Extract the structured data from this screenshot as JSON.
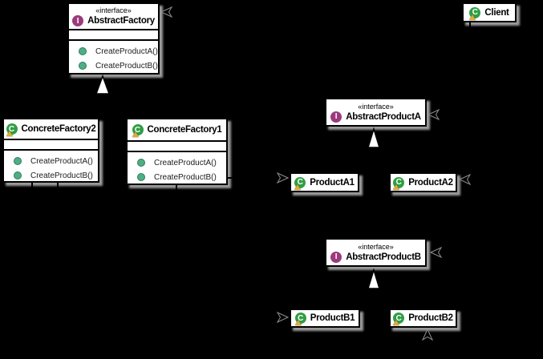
{
  "canvas": {
    "background": "#000000"
  },
  "icons": {
    "interface_letter": "I",
    "class_letter": "C"
  },
  "colors": {
    "box_background": "#ffffff",
    "box_border": "#000000",
    "shadow": "#9b9b9b",
    "interface_icon": "#9c3a7e",
    "class_icon": "#2f9e44",
    "class_icon_triangle": "#dcaa3e",
    "method_bullet": "#4fae85",
    "inheritance_arrow": "#ffffff",
    "dependency_arrow": "#000000"
  },
  "classes": {
    "abstract_factory": {
      "stereotype": "«interface»",
      "name": "AbstractFactory",
      "methods": [
        "CreateProductA()",
        "CreateProductB()"
      ]
    },
    "client": {
      "name": "Client"
    },
    "concrete_factory_2": {
      "name": "ConcreteFactory2",
      "methods": [
        "CreateProductA()",
        "CreateProductB()"
      ]
    },
    "concrete_factory_1": {
      "name": "ConcreteFactory1",
      "methods": [
        "CreateProductA()",
        "CreateProductB()"
      ]
    },
    "abstract_product_a": {
      "stereotype": "«interface»",
      "name": "AbstractProductA"
    },
    "product_a1": {
      "name": "ProductA1"
    },
    "product_a2": {
      "name": "ProductA2"
    },
    "abstract_product_b": {
      "stereotype": "«interface»",
      "name": "AbstractProductB"
    },
    "product_b1": {
      "name": "ProductB1"
    },
    "product_b2": {
      "name": "ProductB2"
    }
  },
  "relationships": [
    {
      "type": "dependency",
      "from": "Client",
      "to": "AbstractFactory"
    },
    {
      "type": "dependency",
      "from": "Client",
      "to": "AbstractProductA"
    },
    {
      "type": "dependency",
      "from": "Client",
      "to": "AbstractProductB"
    },
    {
      "type": "realization",
      "from": "ConcreteFactory2",
      "to": "AbstractFactory"
    },
    {
      "type": "realization",
      "from": "ConcreteFactory1",
      "to": "AbstractFactory"
    },
    {
      "type": "realization",
      "from": "ProductA1",
      "to": "AbstractProductA"
    },
    {
      "type": "realization",
      "from": "ProductA2",
      "to": "AbstractProductA"
    },
    {
      "type": "realization",
      "from": "ProductB1",
      "to": "AbstractProductB"
    },
    {
      "type": "realization",
      "from": "ProductB2",
      "to": "AbstractProductB"
    },
    {
      "type": "dependency",
      "from": "ConcreteFactory1",
      "to": "ProductA1"
    },
    {
      "type": "dependency",
      "from": "ConcreteFactory1",
      "to": "ProductB1"
    },
    {
      "type": "dependency",
      "from": "ConcreteFactory2",
      "to": "ProductA2"
    },
    {
      "type": "dependency",
      "from": "ConcreteFactory2",
      "to": "ProductB2"
    }
  ]
}
